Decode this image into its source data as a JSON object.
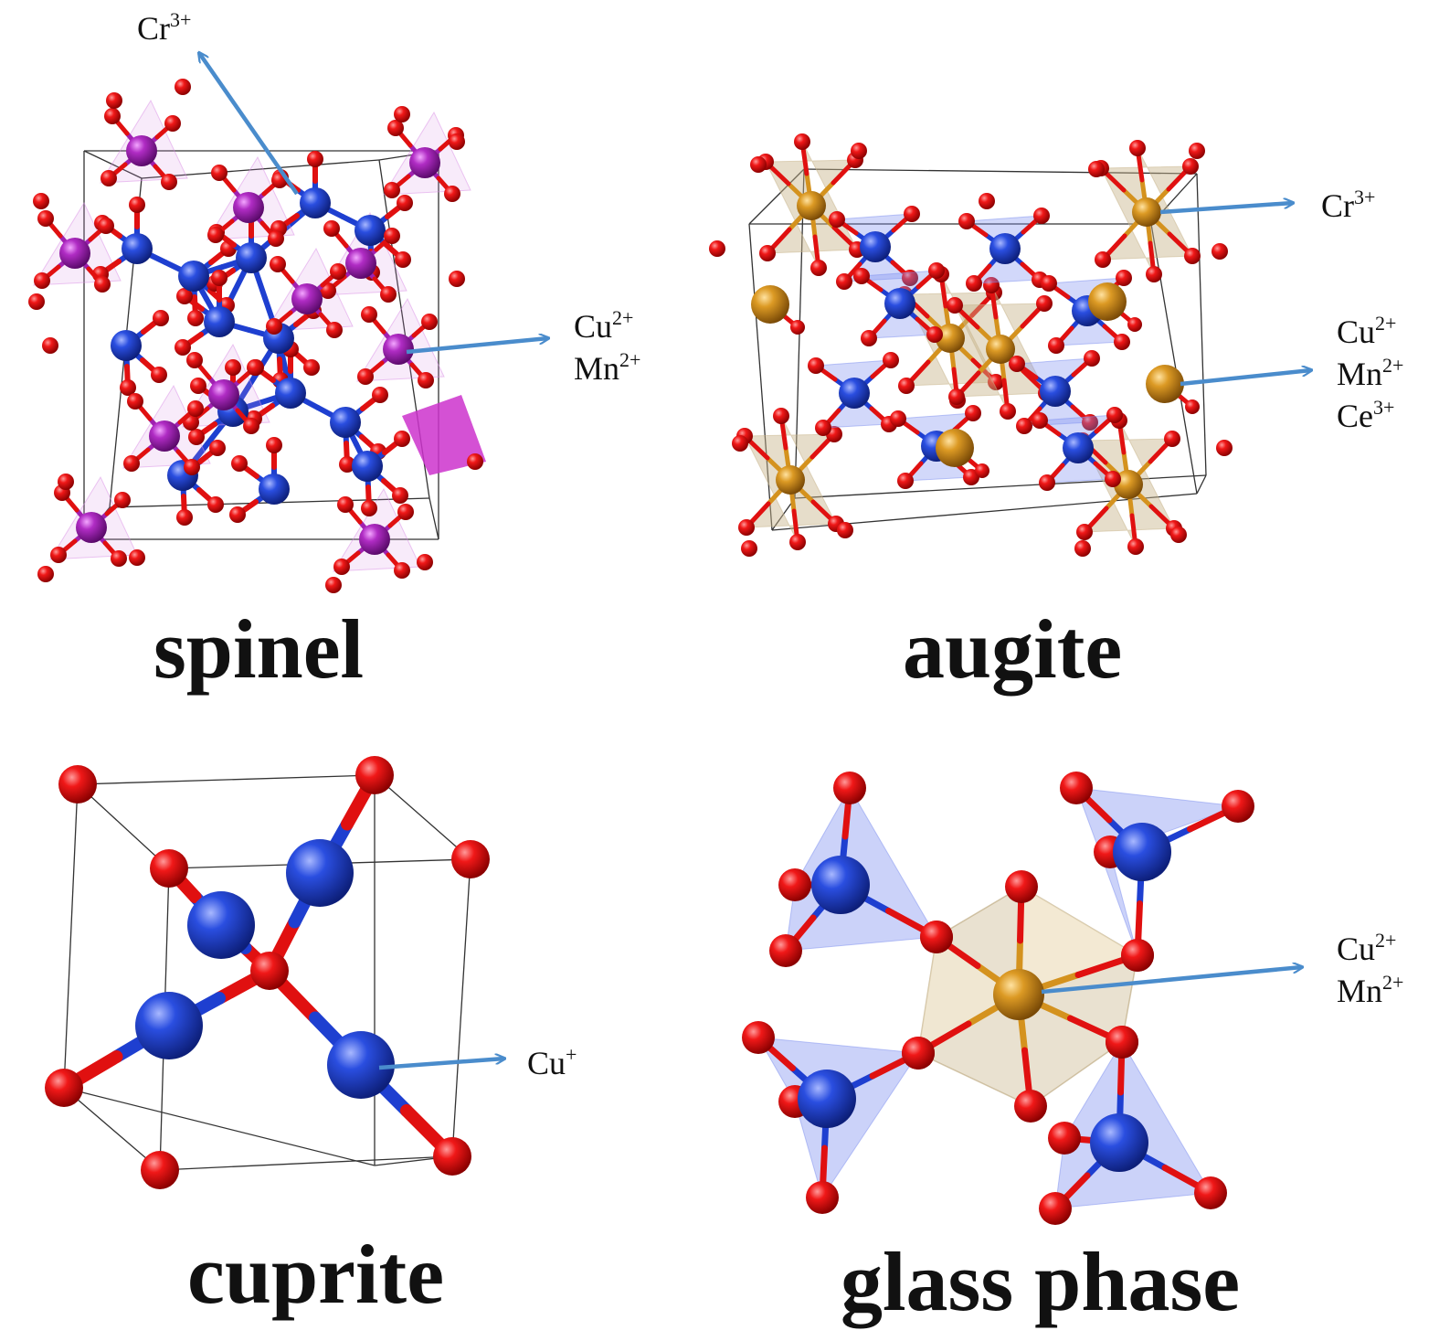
{
  "colors": {
    "oxygen": "#e01010",
    "cation_blue": "#1e3fd0",
    "cation_purple": "#a020b0",
    "cation_gold": "#d4921e",
    "polyhedron_blue": "#7d8ff0",
    "polyhedron_gold": "#c8b48a",
    "polyhedron_purple": "#d98ee6",
    "arrow": "#4a8ccc",
    "cell_edge": "#333333"
  },
  "panels": {
    "spinel": {
      "title": "spinel",
      "labels": [
        {
          "name": "label-cr",
          "lines": [
            {
              "sym": "Cr",
              "sup": "3+"
            }
          ]
        },
        {
          "name": "label-cu-mn",
          "lines": [
            {
              "sym": "Cu",
              "sup": "2+"
            },
            {
              "sym": "Mn",
              "sup": "2+"
            }
          ]
        }
      ]
    },
    "augite": {
      "title": "augite",
      "labels": [
        {
          "name": "label-cr",
          "lines": [
            {
              "sym": "Cr",
              "sup": "3+"
            }
          ]
        },
        {
          "name": "label-cu-mn-ce",
          "lines": [
            {
              "sym": "Cu",
              "sup": "2+"
            },
            {
              "sym": "Mn",
              "sup": "2+"
            },
            {
              "sym": "Ce",
              "sup": "3+"
            }
          ]
        }
      ]
    },
    "cuprite": {
      "title": "cuprite",
      "labels": [
        {
          "name": "label-cu",
          "lines": [
            {
              "sym": "Cu",
              "sup": "+"
            }
          ]
        }
      ]
    },
    "glass_phase": {
      "title": "glass phase",
      "labels": [
        {
          "name": "label-cu-mn",
          "lines": [
            {
              "sym": "Cu",
              "sup": "2+"
            },
            {
              "sym": "Mn",
              "sup": "2+"
            }
          ]
        }
      ]
    }
  }
}
